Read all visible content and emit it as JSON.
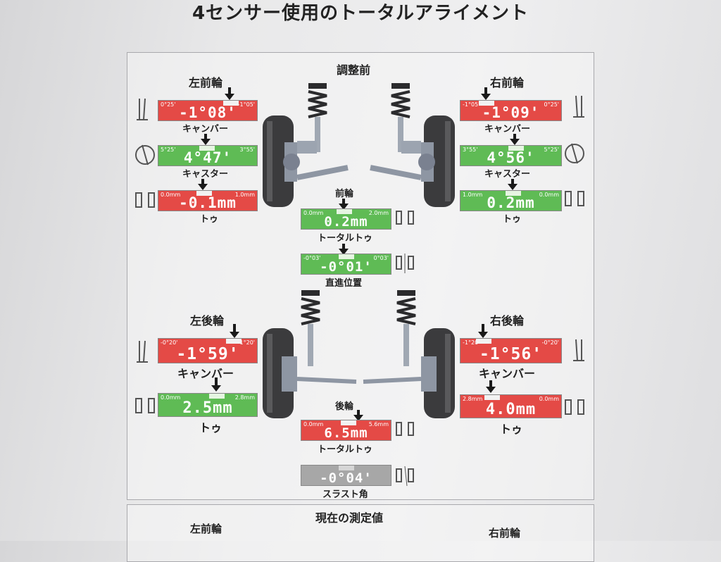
{
  "title": "4センサー使用のトータルアライメント",
  "before": {
    "heading": "調整前",
    "front_left": {
      "label": "左前輪",
      "camber": {
        "min": "0°25'",
        "max": "-1°05'",
        "value": "-1°08'",
        "label": "キャンバー",
        "color": "#e44a46"
      },
      "caster": {
        "min": "5°25'",
        "max": "3°55'",
        "value": "4°47'",
        "label": "キャスター",
        "color": "#5fbb55"
      },
      "toe": {
        "min": "0.0mm",
        "max": "1.0mm",
        "value": "-0.1mm",
        "label": "トゥ",
        "color": "#e44a46"
      }
    },
    "front_right": {
      "label": "右前輪",
      "camber": {
        "min": "-1°05'",
        "max": "0°25'",
        "value": "-1°09'",
        "label": "キャンバー",
        "color": "#e44a46"
      },
      "caster": {
        "min": "3°55'",
        "max": "5°25'",
        "value": "4°56'",
        "label": "キャスター",
        "color": "#5fbb55"
      },
      "toe": {
        "min": "1.0mm",
        "max": "0.0mm",
        "value": "0.2mm",
        "label": "トゥ",
        "color": "#5fbb55"
      }
    },
    "front_axle": {
      "label": "前輪",
      "total_toe": {
        "min": "0.0mm",
        "max": "2.0mm",
        "value": "0.2mm",
        "label": "トータルトゥ",
        "color": "#5fbb55"
      },
      "straight": {
        "min": "-0°03'",
        "max": "0°03'",
        "value": "-0°01'",
        "label": "直進位置",
        "color": "#5fbb55"
      }
    },
    "rear_left": {
      "label": "左後輪",
      "camber": {
        "min": "-0°20'",
        "max": "-1°20'",
        "value": "-1°59'",
        "label": "キャンバー",
        "color": "#e44a46"
      },
      "toe": {
        "min": "0.0mm",
        "max": "2.8mm",
        "value": "2.5mm",
        "label": "トゥ",
        "color": "#5fbb55"
      }
    },
    "rear_right": {
      "label": "右後輪",
      "camber": {
        "min": "-1°20'",
        "max": "-0°20'",
        "value": "-1°56'",
        "label": "キャンバー",
        "color": "#e44a46"
      },
      "toe": {
        "min": "2.8mm",
        "max": "0.0mm",
        "value": "4.0mm",
        "label": "トゥ",
        "color": "#e44a46"
      }
    },
    "rear_axle": {
      "label": "後輪",
      "total_toe": {
        "min": "0.0mm",
        "max": "5.6mm",
        "value": "6.5mm",
        "label": "トータルトゥ",
        "color": "#e44a46"
      },
      "thrust": {
        "value": "-0°04'",
        "label": "スラスト角",
        "color": "#a7a7a7"
      }
    }
  },
  "current": {
    "heading": "現在の測定値",
    "front_left_label": "左前輪",
    "front_right_label": "右前輪"
  }
}
